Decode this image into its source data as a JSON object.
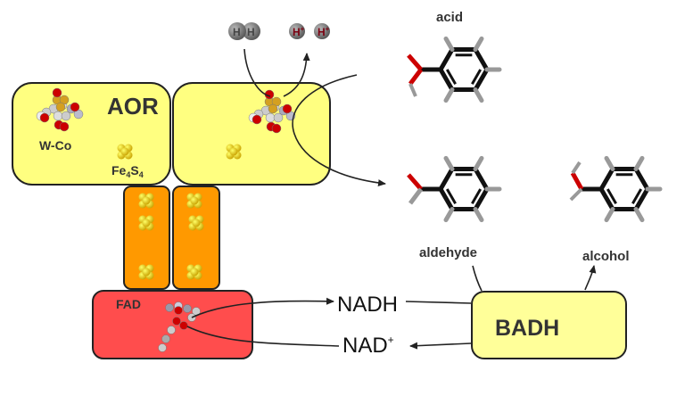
{
  "labels": {
    "aor": "AOR",
    "wco": "W-Co",
    "fe4s4": {
      "fe": "Fe",
      "n1": "4",
      "s": "S",
      "n2": "4"
    },
    "fad": "FAD",
    "badh": "BADH",
    "nadh": "NADH",
    "nad": {
      "base": "NAD",
      "charge": "+"
    },
    "acid": "acid",
    "aldehyde": "aldehyde",
    "alcohol": "alcohol",
    "h2": [
      "H",
      "H"
    ],
    "protons": [
      {
        "atom": "H",
        "charge": "+"
      },
      {
        "atom": "H",
        "charge": "+"
      }
    ]
  },
  "colors": {
    "aor": "#ffff80",
    "ironsulfur_subunit": "#ff9900",
    "fad": "#ff4d4d",
    "badh": "#ffff99",
    "oxygen": "#cc0000",
    "hydrogen": "#808080",
    "bond": "#111111"
  }
}
